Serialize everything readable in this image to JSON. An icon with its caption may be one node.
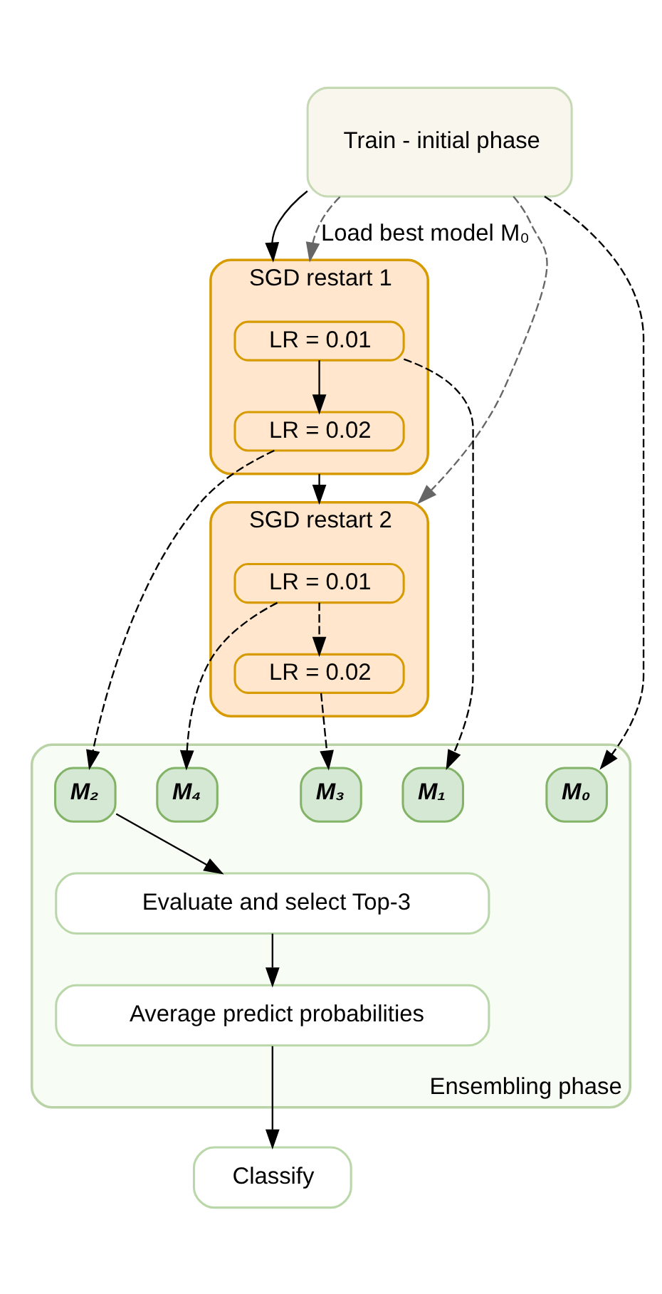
{
  "diagram": {
    "nodes": [
      {
        "text": [
          "Train - initial phase"
        ]
      },
      {
        "text": [
          "SGD restart 1"
        ]
      },
      {
        "text": [
          "LR = 0.01"
        ],
        "in": 1
      },
      {
        "text": [
          "LR = 0.02"
        ],
        "in": 1
      },
      {
        "text": [
          "SGD restart 2"
        ]
      },
      {
        "text": [
          "LR = 0.01"
        ],
        "in": 4
      },
      {
        "text": [
          "LR = 0.02"
        ],
        "in": 4
      },
      {
        "text": [
          "Ensembling phase"
        ]
      },
      {
        "text": [
          "M₀"
        ],
        "in": 7
      },
      {
        "text": [
          "M₁"
        ],
        "in": 7
      },
      {
        "text": [
          "M₂"
        ],
        "in": 7
      },
      {
        "text": [
          "M₃"
        ],
        "in": 7
      },
      {
        "text": [
          "M₄"
        ],
        "in": 7
      },
      {
        "text": [
          "Evaluate and select Top-3"
        ],
        "in": 7
      },
      {
        "text": [
          "Average predict probabilities"
        ],
        "in": 7
      },
      {
        "text": [
          "Classify"
        ]
      }
    ],
    "edges": [
      {
        "from": 0,
        "to": 1,
        "arrow": "to"
      },
      {
        "from": 2,
        "to": 3,
        "arrow": "to"
      },
      {
        "from": 1,
        "to": 4,
        "arrow": "to"
      },
      {
        "from": 5,
        "to": 6,
        "arrow": "to",
        "style": "dashed"
      },
      {
        "from": 0,
        "to": 1,
        "arrow": "to",
        "style": "dashed",
        "color": "#666666",
        "label": "Load best model M₀"
      },
      {
        "from": 0,
        "to": 4,
        "arrow": "to",
        "style": "dashed",
        "color": "#666666"
      },
      {
        "from": 0,
        "to": 8,
        "arrow": "to",
        "style": "dashed"
      },
      {
        "from": 2,
        "to": 9,
        "arrow": "to",
        "style": "dashed"
      },
      {
        "from": 3,
        "to": 10,
        "arrow": "to",
        "style": "dashed"
      },
      {
        "from": 6,
        "to": 11,
        "arrow": "to",
        "style": "dashed"
      },
      {
        "from": 5,
        "to": 12,
        "arrow": "to",
        "style": "dashed"
      },
      {
        "from": 10,
        "to": 13,
        "arrow": "to"
      },
      {
        "from": 13,
        "to": 14,
        "arrow": "to"
      },
      {
        "from": 14,
        "to": 15,
        "arrow": "to"
      }
    ]
  }
}
